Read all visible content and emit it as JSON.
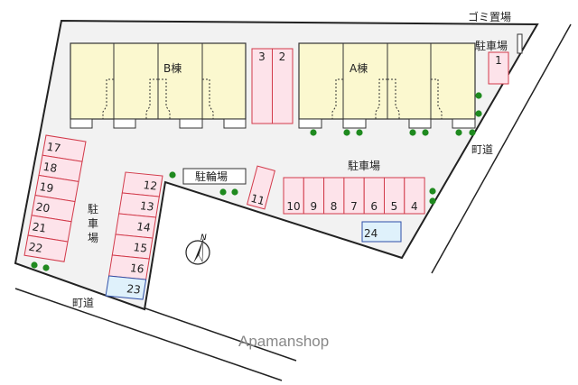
{
  "labels": {
    "building_b": "B棟",
    "building_a": "A棟",
    "garbage": "ゴミ置場",
    "parking_top_right": "駐車場",
    "parking_center": "駐車場",
    "parking_left": "駐車場",
    "bicycle_parking": "駐輪場",
    "road_right": "町道",
    "road_bottom": "町道",
    "compass_north": "N",
    "watermark": "Apamanshop"
  },
  "colors": {
    "building": "#fbf8cf",
    "parking_fill": "#fde3ea",
    "parking_border": "#d23a4a",
    "guest_fill": "#dff1fb",
    "guest_border": "#2e4fa8",
    "tree": "#1f8a1f",
    "lot": "#f2f2f2"
  },
  "spots": {
    "top": [
      "3",
      "2"
    ],
    "corner": "1",
    "row_center": [
      "10",
      "9",
      "8",
      "7",
      "6",
      "5",
      "4"
    ],
    "single": "11",
    "column_mid": [
      "12",
      "13",
      "14",
      "15",
      "16"
    ],
    "column_left": [
      "17",
      "18",
      "19",
      "20",
      "21",
      "22"
    ],
    "guest_mid": "23",
    "guest_right": "24"
  }
}
